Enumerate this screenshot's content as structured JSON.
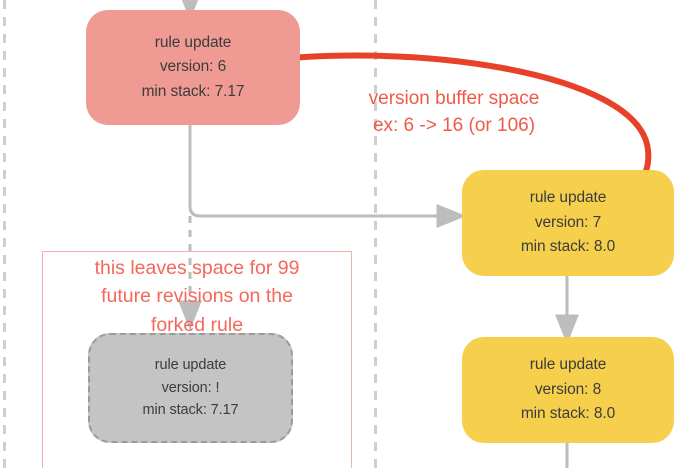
{
  "diagram": {
    "title": "rule update version fork diagram",
    "colors": {
      "pink_node": "#ef9a93",
      "yellow_node": "#f6d04d",
      "gray_node": "#c4c4c4",
      "annotation_red": "#f05a46",
      "frame_pink": "#f3b0ac",
      "edge_gray": "#bdbdbd",
      "arrow_red": "#e8412a"
    },
    "nodes": [
      {
        "id": "node-version-6",
        "kind": "pink",
        "lines": [
          "rule update",
          "version: 6",
          "min stack: 7.17"
        ]
      },
      {
        "id": "node-version-7",
        "kind": "yellow",
        "lines": [
          "rule update",
          "version: 7",
          "min stack: 8.0"
        ]
      },
      {
        "id": "node-version-8",
        "kind": "yellow",
        "lines": [
          "rule update",
          "version: 8",
          "min stack: 8.0"
        ]
      },
      {
        "id": "node-forked-rule",
        "kind": "gray",
        "lines": [
          "rule update",
          "version: !",
          "min stack: 7.17"
        ]
      }
    ],
    "annotations": [
      {
        "id": "annotation-version-buffer",
        "lines": [
          "version buffer space",
          "ex: 6 -> 16 (or 106)"
        ]
      },
      {
        "id": "annotation-forked-space",
        "lines": [
          "this leaves space for 99",
          "future revisions on the",
          "forked rule"
        ]
      }
    ]
  }
}
